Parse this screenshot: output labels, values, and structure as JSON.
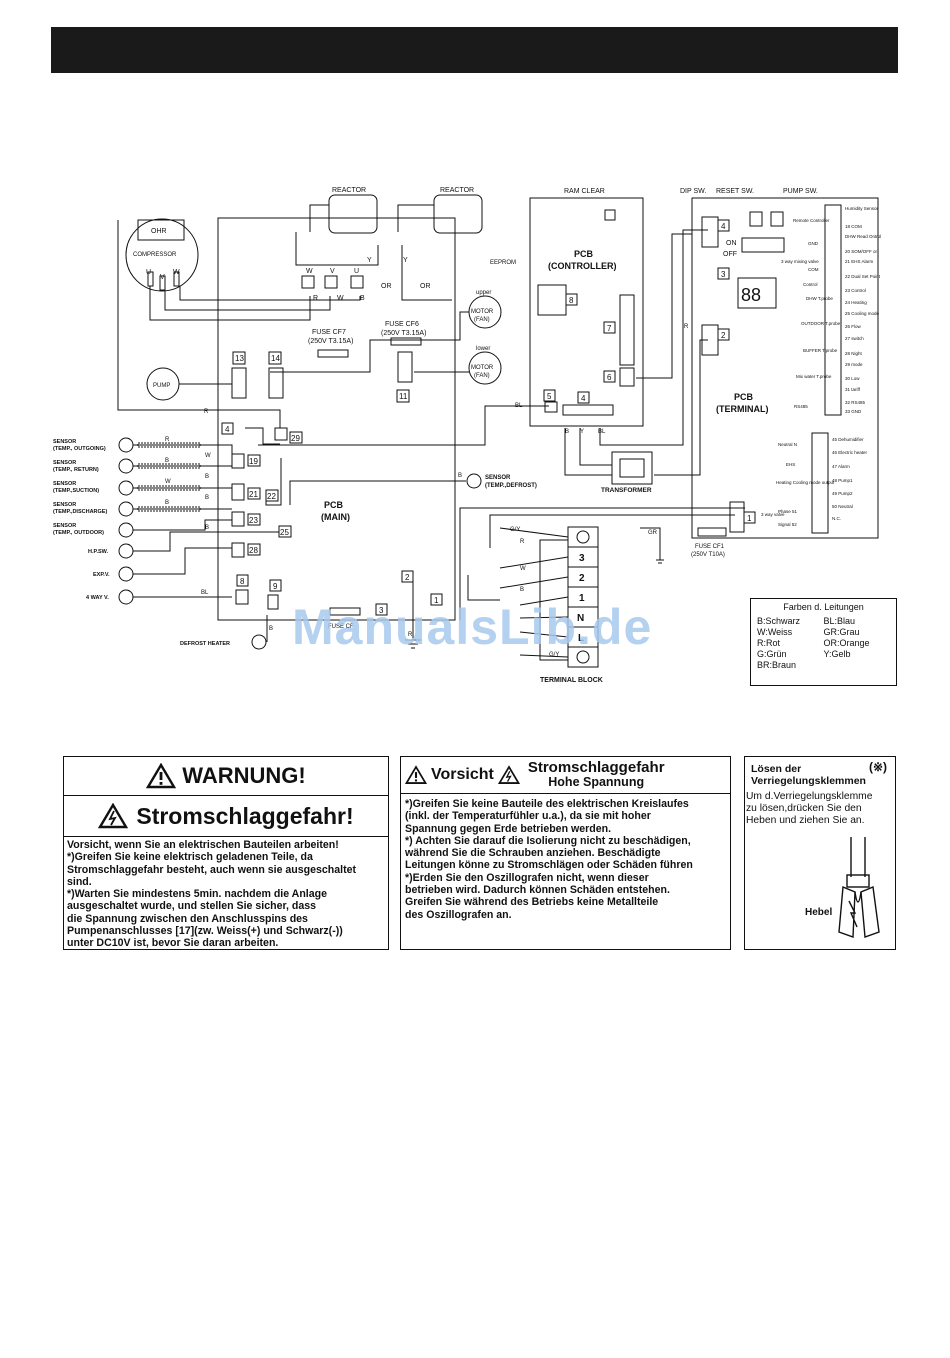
{
  "labels": {
    "reactor1": "REACTOR",
    "reactor2": "REACTOR",
    "ram_clear": "RAM CLEAR",
    "dip_sw": "DIP SW.",
    "reset_sw": "RESET SW.",
    "pump_sw": "PUMP SW.",
    "ohr": "OHR",
    "compressor": "COMPRESSOR",
    "u": "U",
    "v": "V",
    "w": "W",
    "fuse_cf7": "FUSE CF7",
    "fuse_cf7_rating": "(250V T3.15A)",
    "fuse_cf6": "FUSE CF6",
    "fuse_cf6_rating": "(250V T3.15A)",
    "fuse_cf1": "FUSE CF1",
    "fuse_cf1_rating": "(250V T10A)",
    "pcb_controller_1": "PCB",
    "pcb_controller_2": "(CONTROLLER)",
    "eeprom": "EEPROM",
    "pcb_terminal_1": "PCB",
    "pcb_terminal_2": "(TERMINAL)",
    "pcb_main_1": "PCB",
    "pcb_main_2": "(MAIN)",
    "on": "ON",
    "off": "OFF",
    "display": "88",
    "upper": "upper",
    "lower": "lower",
    "motor": "MOTOR",
    "fan": "(FAN)",
    "pump": "PUMP",
    "transformer": "TRANSFORMER",
    "sensor_defrost_1": "SENSOR",
    "sensor_defrost_2": "(TEMP.,DEFROST)",
    "sensor": "SENSOR",
    "sensor_outgoing": "(TEMP., OUTGOING)",
    "sensor_return": "(TEMP., RETURN)",
    "sensor_suction": "(TEMP.,SUCTION)",
    "sensor_discharge": "(TEMP.,DISCHARGE)",
    "sensor_outdoor": "(TEMP., OUTDOOR)",
    "hp_sw": "H.P.SW.",
    "exp_v": "EXP.V.",
    "four_way_v": "4 WAY V.",
    "defrost_heater": "DEFROST HEATER",
    "fuse_cf": "FUSE CF",
    "terminal_block": "TERMINAL BLOCK",
    "gy": "G/Y",
    "gr": "GR",
    "r": "R",
    "b": "B",
    "w_wire": "W",
    "bl": "BL",
    "y": "Y",
    "or": "OR",
    "tb3": "3",
    "tb2": "2",
    "tb1": "1",
    "tbn": "N",
    "tbl": "L",
    "remote_controller": "Remote Controller",
    "gnd": "GND",
    "k3way": "3 way mixing valve",
    "com": "COM",
    "control": "Control",
    "dhw_probe": "DHW T.probe",
    "outdoor_probe": "OUTDOOR T.probe",
    "buffer_probe": "BUFFER T.probe",
    "mix_water_probe": "Mix water T.probe",
    "rs485": "RS485",
    "neutral_n": "Neutral N",
    "ehs": "EHS",
    "heating_cooling": "Heating Cooling mode output",
    "phase": "Phase 51",
    "signal": "Signal 52",
    "three_way_valve": "3 way valve",
    "humidity": "Humidity Sensor",
    "com18": "18 COM",
    "dhw_read": "DHW Read Ontrol",
    "dsom": "20 SOM/OFF or",
    "alarm21": "21 EHS Alarm",
    "dual_set": "22 Dual Set Point",
    "control23": "23 Control",
    "heating24": "24 Heating",
    "cooling25": "25 Cooling mode",
    "flow26": "26 Flow",
    "switch27": "27 switch",
    "night28": "28 Night",
    "mode29": "29 mode",
    "low30": "30 Low",
    "tariff31": "31 tariff",
    "rs485b": "32 RS485",
    "gnd33": "33 GND",
    "dehumidifier": "45 Dehumidifier",
    "electric_heater": "46 Electric heater",
    "alarm47": "47 Alarm",
    "pump1": "48 Pump1",
    "pump2": "49 Pump2",
    "neutral50": "50 Neutral",
    "nc": "N.C.",
    "conn13": "13",
    "conn14": "14",
    "conn11": "11",
    "conn8": "8",
    "conn7": "7",
    "conn6": "6",
    "conn5": "5",
    "conn4": "4",
    "conn29": "29",
    "conn19": "19",
    "conn21": "21",
    "conn22": "22",
    "conn23": "23",
    "conn25": "25",
    "conn28": "28",
    "conn8b": "8",
    "conn9": "9",
    "conn3": "3",
    "conn2": "2",
    "conn1": "1",
    "conn4t": "4",
    "conn3t": "3",
    "conn2t": "2",
    "conn1t": "1",
    "conn4c": "4"
  },
  "legend": {
    "title": "Farben d. Leitungen",
    "items": [
      "B:Schwarz",
      "BL:Blau",
      "W:Weiss",
      "GR:Grau",
      "R:Rot",
      "OR:Orange",
      "G:Grün",
      "Y:Gelb",
      "BR:Braun",
      ""
    ]
  },
  "warning1": {
    "title": "WARNUNG!",
    "subtitle": "Stromschlaggefahr!",
    "lines": [
      "Vorsicht, wenn Sie an elektrischen Bauteilen arbeiten!",
      "*)Greifen Sie keine elektrisch geladenen Teile, da",
      "Stromschlaggefahr besteht, auch wenn sie ausgeschaltet",
      "sind.",
      "*)Warten Sie mindestens 5min. nachdem die Anlage",
      "ausgeschaltet wurde, und stellen Sie sicher, dass",
      "die Spannung zwischen den Anschlusspins des",
      "Pumpenanschlusses [17](zw. Weiss(+) und Schwarz(-))",
      "unter DC10V ist, bevor Sie daran arbeiten."
    ]
  },
  "warning2": {
    "vorsicht": "Vorsicht",
    "title_line1": "Stromschlaggefahr",
    "title_line2": "Hohe Spannung",
    "lines": [
      "*)Greifen Sie keine Bauteile des elektrischen Kreislaufes",
      "(inkl. der Temperaturfühler u.a.), da sie mit hoher",
      "Spannung gegen Erde betrieben werden.",
      "*) Achten Sie darauf die Isolierung nicht zu beschädigen,",
      "während Sie die Schrauben anziehen. Beschädigte",
      "Leitungen könne zu Stromschlägen oder Schäden führen",
      "*)Erden Sie den Oszillografen nicht, wenn dieser",
      "betrieben wird. Dadurch können Schäden entstehen.",
      "Greifen Sie während des Betriebs keine Metallteile",
      "des Oszillografen an."
    ]
  },
  "warning3": {
    "title_line1": "Lösen der",
    "title_line2": "Verriegelungsklemmen",
    "mark": "(※)",
    "lines": [
      "Um d.Verriegelungsklemme",
      "zu lösen,drücken Sie den",
      "Heben und ziehen Sie an."
    ],
    "hebel": "Hebel"
  },
  "watermark": "ManualsLib.de"
}
